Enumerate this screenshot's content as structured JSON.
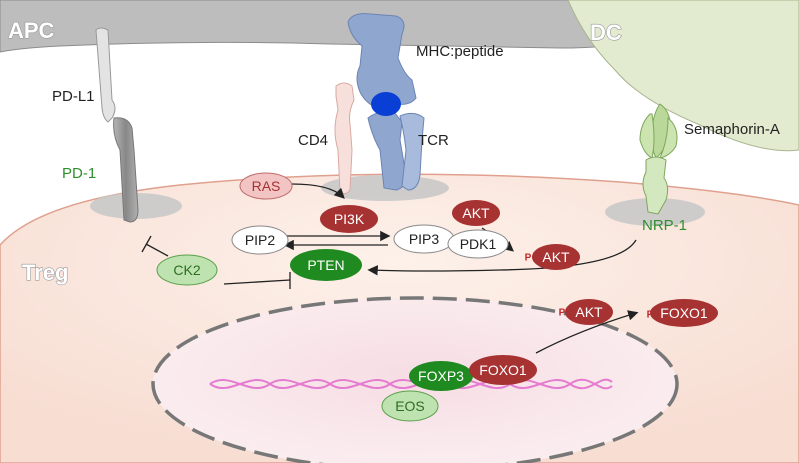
{
  "cells": {
    "apc": "APC",
    "dc": "DC",
    "treg": "Treg"
  },
  "receptors": {
    "pd_l1": "PD-L1",
    "pd_1": "PD-1",
    "mhc_peptide": "MHC:peptide",
    "cd4": "CD4",
    "tcr": "TCR",
    "semaphorin_a": "Semaphorin-A",
    "nrp_1": "NRP-1"
  },
  "nodes": {
    "ras": "RAS",
    "pi3k": "PI3K",
    "akt": "AKT",
    "pip2": "PIP2",
    "pip3": "PIP3",
    "pdk1": "PDK1",
    "p_akt": "AKT",
    "ck2": "CK2",
    "pten": "PTEN",
    "p_akt_nuclear": "AKT",
    "p_foxo1": "FOXO1",
    "foxp3": "FOXP3",
    "foxo1": "FOXO1",
    "eos": "EOS"
  },
  "phospho_mark": "P",
  "colors": {
    "dark_red": "#a63232",
    "light_red": "#f2c4c4",
    "dark_green": "#1f8a1f",
    "light_green": "#bfe3b0",
    "node_white": "#ffffff",
    "receptor_blue": "#8fa6cf",
    "mhc_core": "#0a3fd6",
    "dna": "#e57bd0"
  }
}
